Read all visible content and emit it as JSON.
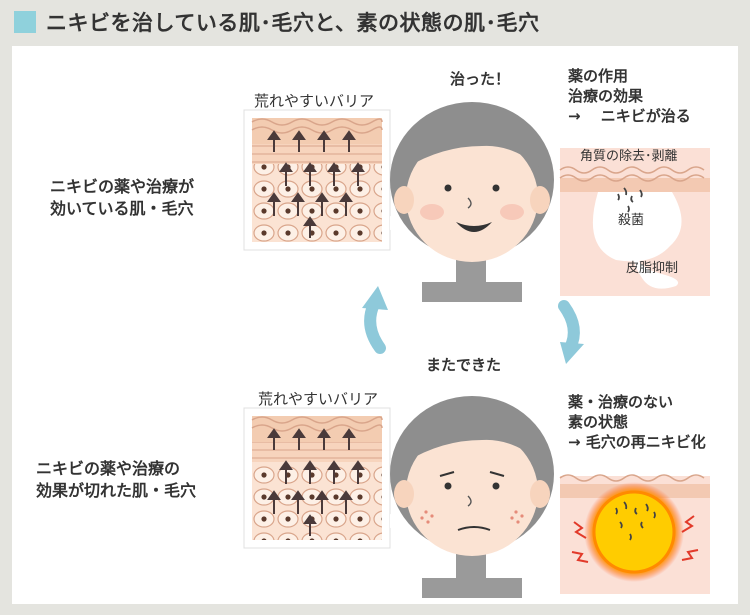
{
  "header": {
    "title": "ニキビを治している肌･毛穴と、素の状態の肌･毛穴"
  },
  "top": {
    "side_label": [
      "ニキビの薬や治療が",
      "効いている肌・毛穴"
    ],
    "barrier_label": "荒れやすいバリア",
    "face_caption": "治った！",
    "effect_title": [
      "薬の作用",
      "治療の効果",
      "→　 ニキビが治る"
    ],
    "pore_labels": {
      "peel": "角質の除去･剥離",
      "sterilize": "殺菌",
      "sebum": "皮脂抑制"
    }
  },
  "bottom": {
    "side_label": [
      "ニキビの薬や治療の",
      "効果が切れた肌・毛穴"
    ],
    "barrier_label": "荒れやすいバリア",
    "face_caption": "またできた",
    "state_title": [
      "薬・治療のない",
      "素の状態",
      "→ 毛穴の再ニキビ化"
    ]
  },
  "colors": {
    "accent": "#8fd1dc",
    "arrow": "#8ec9da",
    "skin": "#fbe3d3",
    "hair": "#8e8e8e",
    "acne": "#ffcc00"
  }
}
